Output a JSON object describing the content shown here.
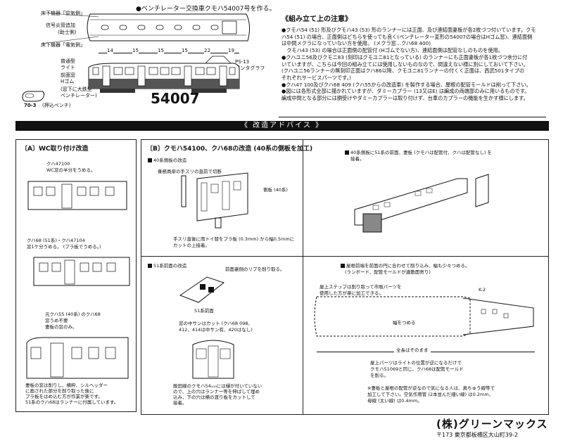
{
  "top": {
    "bullet_title": "●ベンチレーター交換車クモハ54007号を作る。",
    "labels": {
      "roof_air": "床下機器「空気側」",
      "signal": "信号炎管追加",
      "signal_sub": "(助士側)",
      "roof_elec": "床下機器「電気側」",
      "light": "普通型\nライト",
      "front_window": "前面窓\nHゴム",
      "bench": "(窓下に大鉄型\nベンチレーター)",
      "ps13": "PS-13\nパンタグラフ",
      "part_no": "70-3",
      "part_note": "(押込ベンチ)",
      "car_no": "54007"
    },
    "dims": [
      "14",
      "15",
      "15",
      "15",
      "22",
      "19"
    ]
  },
  "notes": {
    "title": "《組み立て上の注意》",
    "lines": [
      "●クモハ54 (51) 形及びクモハ43 (53) 形のランナーには正面、及び連結面妻板が各2枚づつ付いています。クモ",
      "ハ54 (51) の場合、正面側はどちらを使っても良く(ベンチレーター変形の54007の場合はHゴム窓)、連結面側",
      "は中間メクラになっていない方を使用。 (メクラ窓…クハ68 400)",
      "　クモハ43 (53) の場合は正面側の配管付 (Hゴムでない方)、連結面側は配管なしのものを使用。",
      "●クハユニ56及びクモニ83 (刻印はクモユニ81となっている) のランナーにも正面妻板が各1枚づつ余分に付",
      "いていますが、こちらは今回の組み立てには使用しないものなので、間違えない様に別にしておいて下さい。",
      "(クハユニ56ランナーの無刻印正面はクハ86以降、クモユニ81ランナーの付くく正面は、西武501タイプの",
      "それぞれサービスパーツです。)",
      "●クハ47 100及びクハ68 409 (クハ55からの改造車) を製作する場合、屋根の配管モールドは削って下さい。",
      "●図には各形式全部に描かれていますが、ダミーカプラー (13又はE) は編成の両端部のみに用いるものです。",
      "編成中間となる部分には胴受けやダミーカプラーは取り付けず、台車のカプラーの機能を生かす様にします。"
    ]
  },
  "banner": "《 改造アドバイス 》",
  "sectionA": {
    "title": "〔A〕WC取り付け改造",
    "note1": [
      "クハ47100",
      "WC窓の半分をうめる。"
    ],
    "note2": [
      "クハ68 (51系)・クハ47104",
      "窓1ケ分うめる。 (プラ板でうめる。)"
    ],
    "note3": [
      "元クハ55 (40系) のクハ68",
      "窓うめ不要",
      "妻板の窓のみ。"
    ],
    "note4": [
      "妻板の窓は削りし、横粋、シルヘッダー",
      "に画された部分を削り取った後に",
      "プラ板をはめ込む方が作業が楽です。",
      "51系のクハ68はランナーに付属しています。"
    ]
  },
  "sectionB": {
    "title": "〔B〕クモハ54100、クハ68の改造 (40系の側板を加工)",
    "step1": {
      "title": "40系側板の改造",
      "cut": "乗務員扉の手スリの直前で切断",
      "side": "側板 (40系)",
      "note": [
        "手スリ直後に雨トイ替をプラ板 (0.3mm) から幅0.5mmに",
        "カットの上接着。"
      ]
    },
    "step2": {
      "title": "51系前面の改造",
      "rib": "前面裏側のリブを削り取る。",
      "label": "51系前面",
      "cut": [
        "窓の中サンはカット (クハ68 098、",
        "412、414は中サン有、420はなし)"
      ],
      "note": [
        "飯田線のクモハ54₁₀₀には樋が付いていない",
        "ので、上の穴はランナー等を伸ばして埋め",
        "込み、下の穴は横の渡り板をカットして",
        "接着。"
      ]
    },
    "step3": {
      "title": "40系側板に51系の前面、妻板 (クモハは配管付、クハは配管なし) を",
      "title2": "接着。"
    },
    "step4": {
      "title": "屋根前端を前面の円に合わせて削り込み、幅も少々つめる。",
      "title2": "(ランボード、配管モールドが違動面寄り)",
      "step": "屋上ステップは削り取って市販パーツを",
      "step2": "使用した方が楽に加工できる。",
      "k2": "K-2",
      "width": "幅をつめる",
      "length": "全長はそのまま",
      "pipe": [
        "屋上パーツはライトの位置が逆になるだけで",
        "クモハ51069と同じ、クハ68は配管モールド",
        "を削る。"
      ],
      "foot": [
        "※妻板と屋根の配管が逆なので気になる人は、真ちゅう線等で",
        "加工して下さい。空気作用管 (2本並んだ細い線) は0.2mm、",
        "母線 (太い線) は0.4mm。"
      ]
    }
  },
  "company": {
    "name": "(株)グリーンマックス",
    "address": "〒173 東京都板橋区大山町39-2"
  }
}
